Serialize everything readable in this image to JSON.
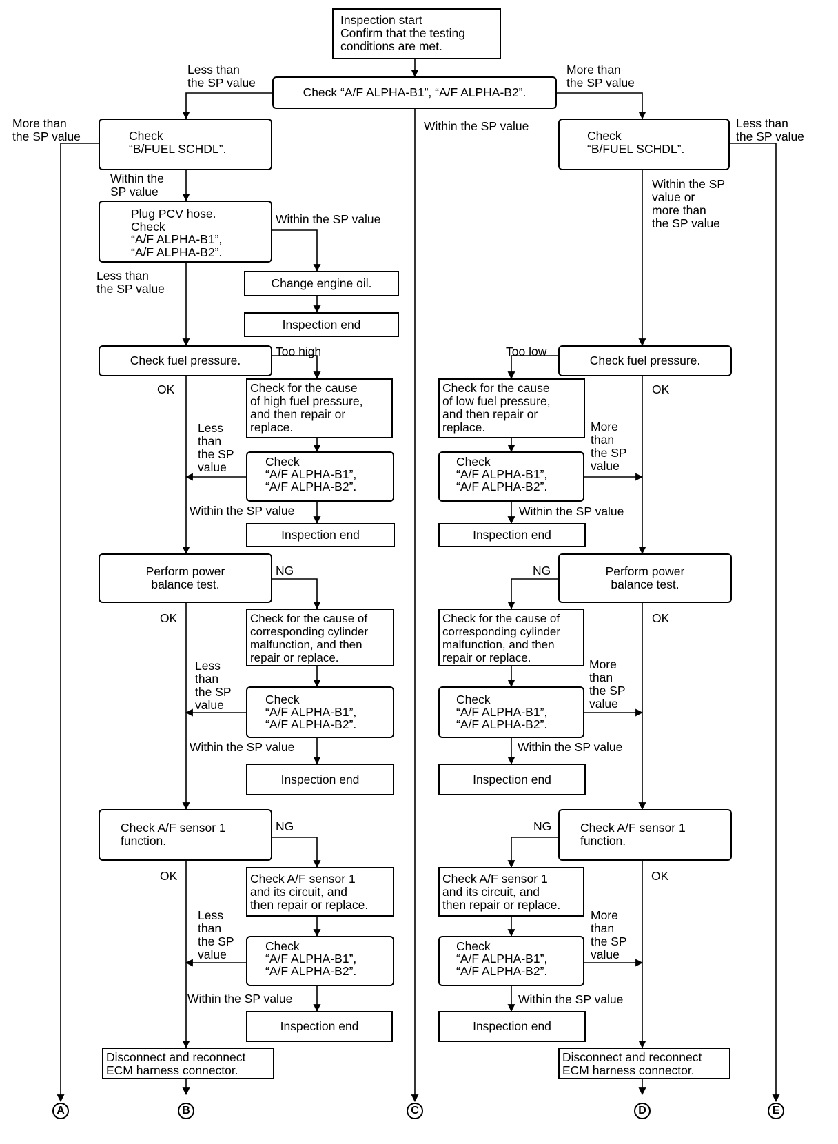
{
  "boxes": {
    "start": "Inspection start\nConfirm that the testing\nconditions are met.",
    "check_alpha_top": "Check “A/F ALPHA-B1”, “A/F ALPHA-B2”.",
    "l_bfuel": "Check\n“B/FUEL SCHDL”.",
    "r_bfuel": "Check\n“B/FUEL SCHDL”.",
    "l_pcv": "Plug PCV hose.\nCheck\n“A/F ALPHA-B1”,\n“A/F ALPHA-B2”.",
    "l_oil": "Change engine oil.",
    "l_end_oil": "Inspection end",
    "l_fuelp": "Check fuel pressure.",
    "r_fuelp": "Check fuel pressure.",
    "l_high_cause": "Check for the cause\nof high fuel pressure,\nand then repair or\nreplace.",
    "r_low_cause": "Check for the cause\nof low fuel pressure,\nand then repair or\nreplace.",
    "l_alpha1": "Check\n“A/F ALPHA-B1”,\n“A/F ALPHA-B2”.",
    "r_alpha1": "Check\n“A/F ALPHA-B1”,\n“A/F ALPHA-B2”.",
    "l_end1": "Inspection end",
    "r_end1": "Inspection end",
    "l_power": "Perform power\nbalance test.",
    "r_power": "Perform power\nbalance test.",
    "l_cyl": "Check for the cause of\ncorresponding cylinder\nmalfunction, and then\nrepair or replace.",
    "r_cyl": "Check for the cause of\ncorresponding cylinder\nmalfunction, and then\nrepair or replace.",
    "l_alpha2": "Check\n“A/F ALPHA-B1”,\n“A/F ALPHA-B2”.",
    "r_alpha2": "Check\n“A/F ALPHA-B1”,\n“A/F ALPHA-B2”.",
    "l_end2": "Inspection end",
    "r_end2": "Inspection end",
    "l_afs": "Check A/F sensor 1\nfunction.",
    "r_afs": "Check A/F sensor 1\nfunction.",
    "l_afs_circ": "Check A/F sensor 1\nand its circuit, and\nthen repair or replace.",
    "r_afs_circ": "Check A/F sensor 1\nand its circuit, and\nthen repair or replace.",
    "l_alpha3": "Check\n“A/F ALPHA-B1”,\n“A/F ALPHA-B2”.",
    "r_alpha3": "Check\n“A/F ALPHA-B1”,\n“A/F ALPHA-B2”.",
    "l_end3": "Inspection end",
    "r_end3": "Inspection end",
    "l_ecm": "Disconnect and reconnect\nECM harness connector.",
    "r_ecm": "Disconnect and reconnect\nECM harness connector."
  },
  "labels": {
    "top_less": "Less than\nthe SP value",
    "top_more": "More than\nthe SP value",
    "top_within": "Within the SP value",
    "l_bfuel_more": "More than\nthe SP value",
    "r_bfuel_less": "Less than\nthe SP value",
    "l_bfuel_within": "Within the\nSP value",
    "r_bfuel_within": "Within the SP\nvalue or\nmore than\nthe SP value",
    "l_pcv_within": "Within the SP value",
    "l_pcv_less": "Less than\nthe SP value",
    "l_too_high": "Too high",
    "r_too_low": "Too low",
    "l_ok1": "OK",
    "r_ok1": "OK",
    "l_less1": "Less\nthan\nthe SP\nvalue",
    "r_more1": "More\nthan\nthe SP\nvalue",
    "l_within1": "Within the SP value",
    "r_within1": "Within the SP value",
    "l_ng2": "NG",
    "r_ng2": "NG",
    "l_ok2": "OK",
    "r_ok2": "OK",
    "l_less2": "Less\nthan\nthe SP\nvalue",
    "r_more2": "More\nthan\nthe SP\nvalue",
    "l_within2": "Within the SP value",
    "r_within2": "Within the SP value",
    "l_ng3": "NG",
    "r_ng3": "NG",
    "l_ok3": "OK",
    "r_ok3": "OK",
    "l_less3": "Less\nthan\nthe SP\nvalue",
    "r_more3": "More\nthan\nthe SP\nvalue",
    "l_within3": "Within the SP value",
    "r_within3": "Within the SP value"
  },
  "connectors": {
    "a": "A",
    "b": "B",
    "c": "C",
    "d": "D",
    "e": "E"
  }
}
